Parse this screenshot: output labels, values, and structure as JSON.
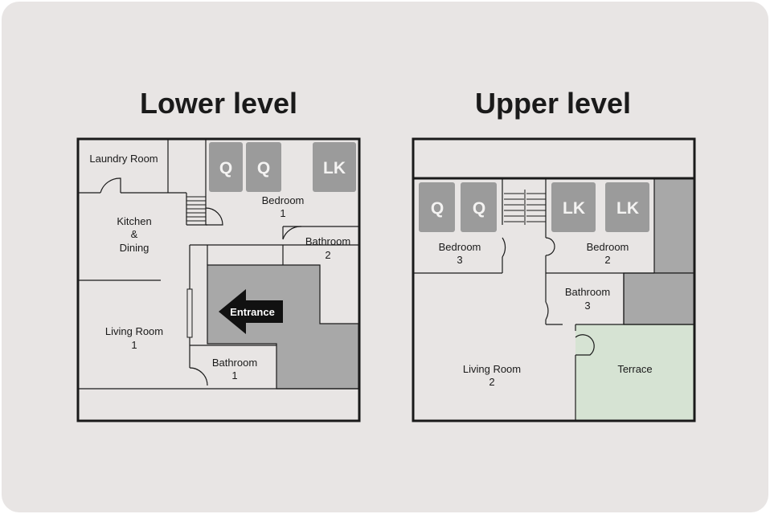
{
  "lower": {
    "title": "Lower level",
    "rooms": {
      "laundry": "Laundry Room",
      "kitchen": [
        "Kitchen",
        "&",
        "Dining"
      ],
      "bedroom1": [
        "Bedroom",
        "1"
      ],
      "bathroom2": [
        "Bathroom",
        "2"
      ],
      "living1": [
        "Living Room",
        "1"
      ],
      "bathroom1": [
        "Bathroom",
        "1"
      ]
    },
    "beds": [
      "Q",
      "Q",
      "LK"
    ],
    "entrance": "Entrance"
  },
  "upper": {
    "title": "Upper level",
    "rooms": {
      "bedroom3": [
        "Bedroom",
        "3"
      ],
      "bedroom2": [
        "Bedroom",
        "2"
      ],
      "bathroom3": [
        "Bathroom",
        "3"
      ],
      "living2": [
        "Living Room",
        "2"
      ],
      "terrace": "Terrace"
    },
    "beds": [
      "Q",
      "Q",
      "LK",
      "LK"
    ]
  },
  "colors": {
    "background": "#e8e5e4",
    "wall": "#1a1a1a",
    "bed": "#9b9b9b",
    "shaded": "#a8a8a8",
    "terrace": "#d6e3d3",
    "arrow": "#111111"
  }
}
